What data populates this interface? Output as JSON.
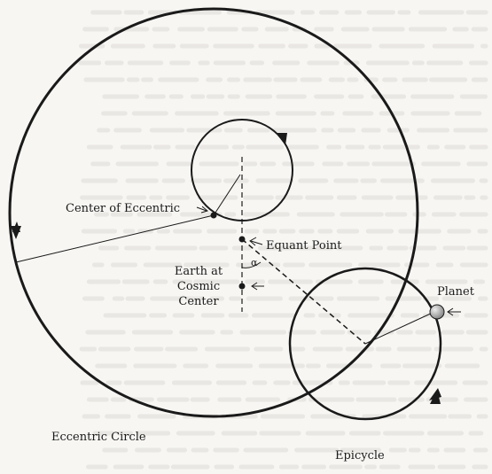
{
  "labels": {
    "center_of_eccentric": "Center of Eccentric",
    "equant_point": "Equant Point",
    "earth_line1": "Earth at",
    "earth_line2": "Cosmic",
    "earth_line3": "Center",
    "alpha": "α",
    "planet": "Planet",
    "eccentric_circle": "Eccentric Circle",
    "epicycle": "Epicycle"
  },
  "colors": {
    "ink": "#1a1a1a",
    "background": "#f7f6f3",
    "planet_fill": "#b9b9b9"
  }
}
